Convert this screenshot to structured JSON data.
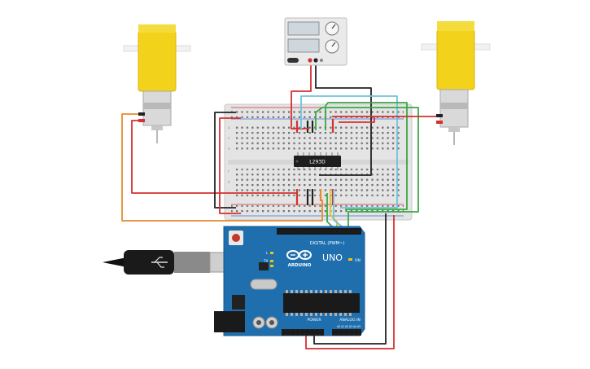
{
  "colors": {
    "motor_yellow": "#f2d21b",
    "board_blue": "#1f6fae",
    "wire_red": "#d62f2f",
    "wire_black": "#222222",
    "wire_cyan": "#6ec3dd",
    "wire_green": "#3aa845",
    "wire_orange": "#e88a2b",
    "wire_yellow": "#e6c21d"
  },
  "chip": {
    "label": "L293D"
  },
  "arduino": {
    "brand": "ARDUINO",
    "model": "UNO",
    "digital_label": "DIGITAL (PWM~)",
    "power_label": "POWER",
    "analog_label": "ANALOG IN",
    "on_label": "ON",
    "tx_label": "TX",
    "rx_label": "RX",
    "l_label": "L",
    "analog_pins": [
      "A0",
      "A1",
      "A2",
      "A3",
      "A4",
      "A5"
    ]
  },
  "breadboard": {
    "row_letters": [
      "a",
      "b",
      "c",
      "d",
      "e",
      "f",
      "g",
      "h",
      "i",
      "j"
    ]
  },
  "components": {
    "motor_left": "dc-motor",
    "motor_right": "dc-motor",
    "power_supply": "power-supply",
    "usb_cable": "usb-cable"
  }
}
